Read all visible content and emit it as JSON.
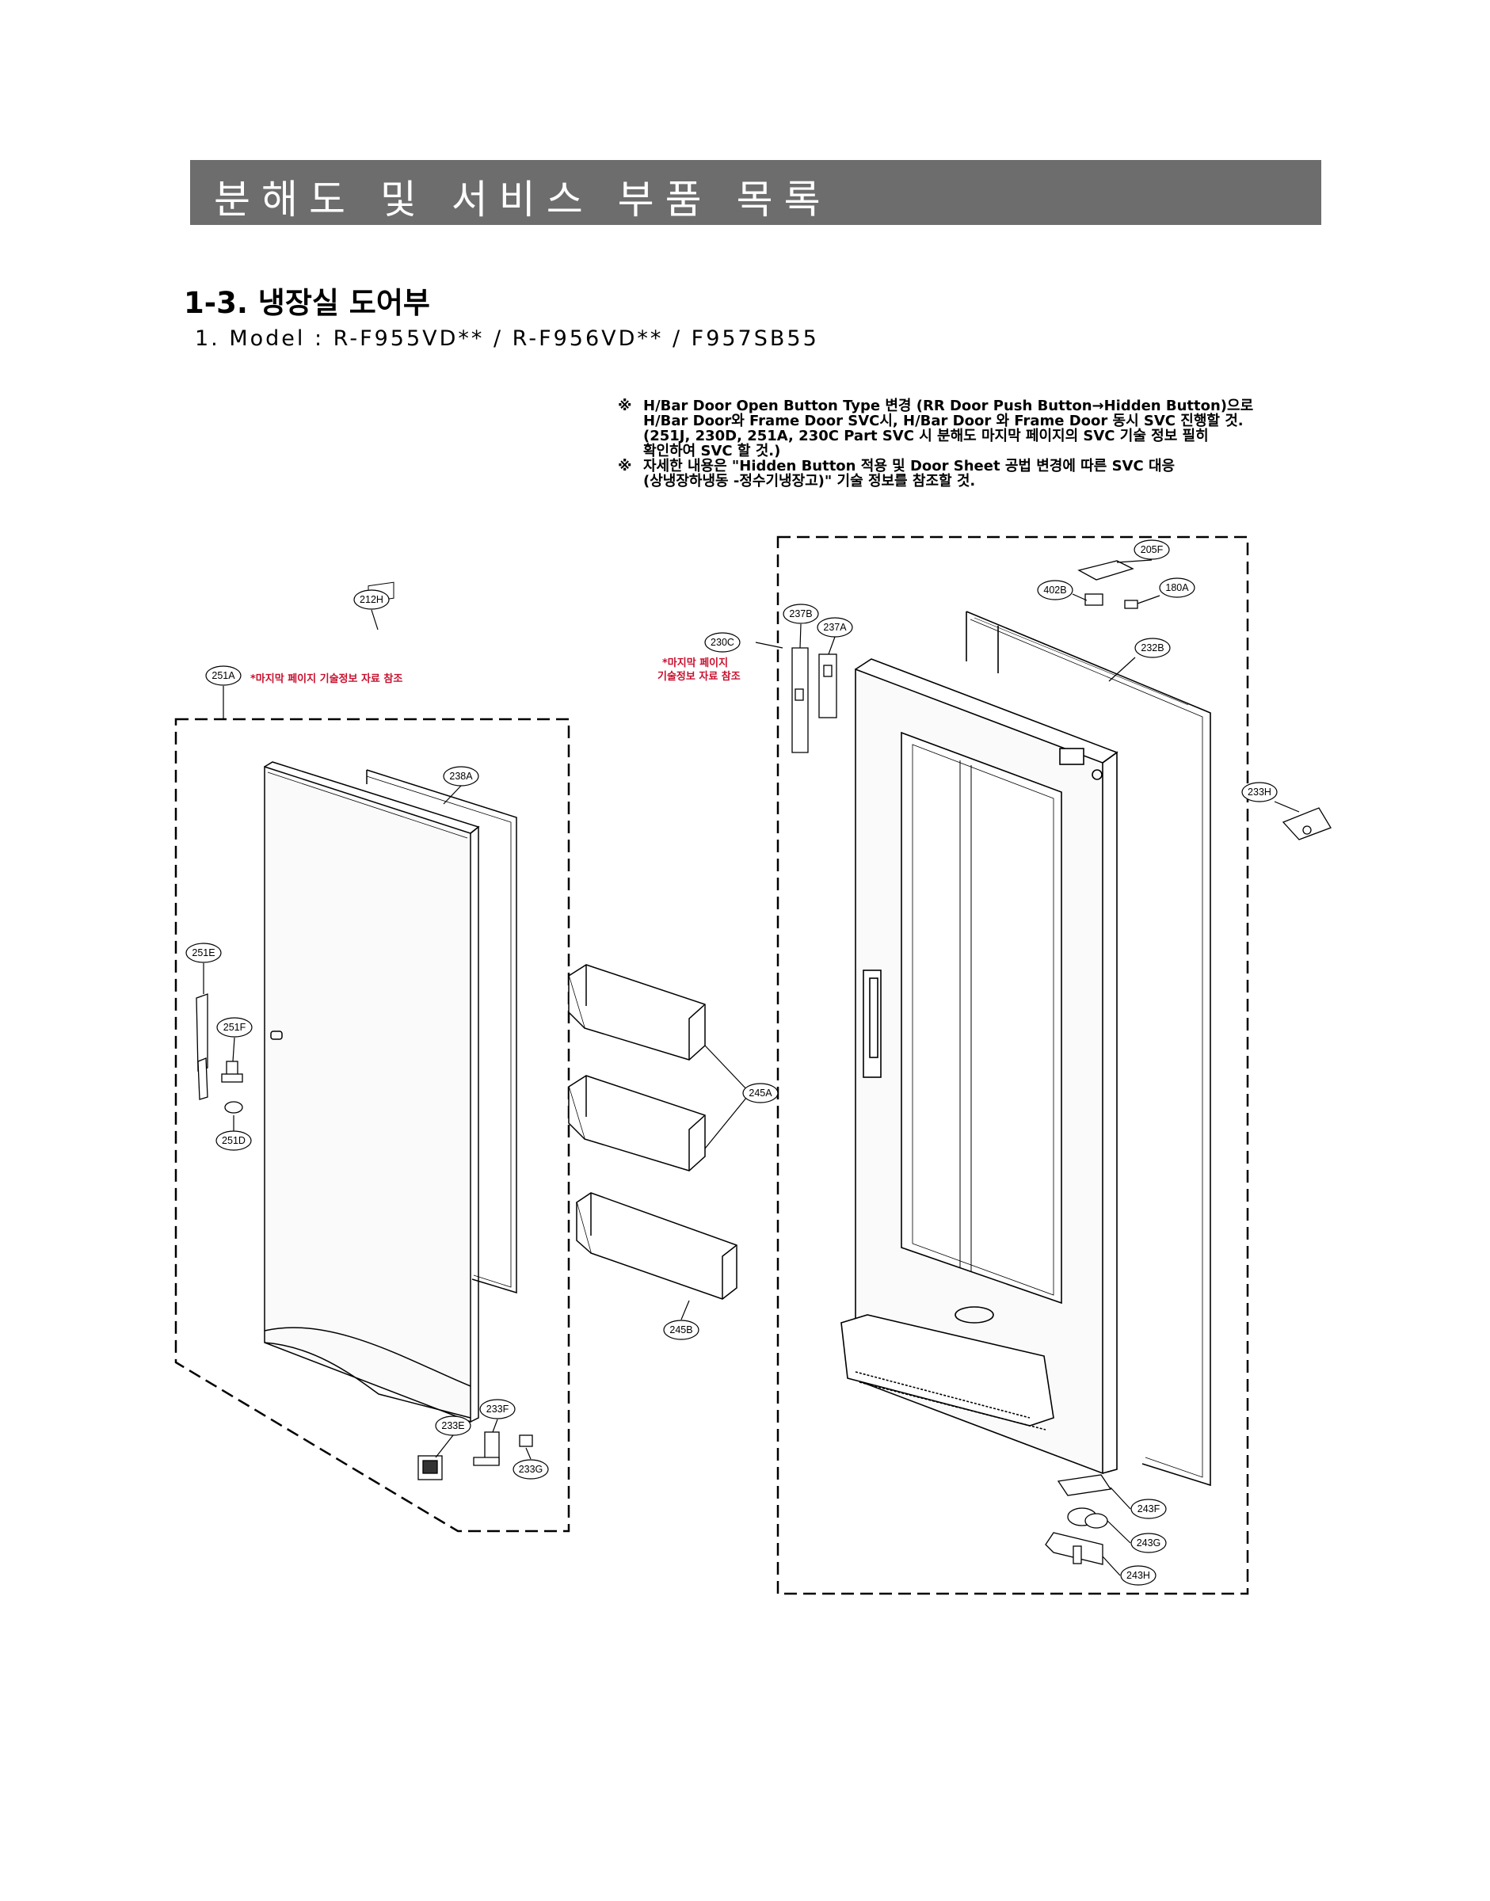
{
  "banner": {
    "title": "분해도 및 서비스 부품 목록",
    "background": "#6d6d6d"
  },
  "section_title": "1-3. 냉장실 도어부",
  "model_line": "1. Model : R-F955VD** / R-F956VD** / F957SB55",
  "notes": [
    {
      "mark": "※",
      "lines": [
        "H/Bar Door Open Button Type 변경 (RR Door Push Button→Hidden Button)으로",
        "H/Bar Door와 Frame Door SVC시, H/Bar Door 와 Frame Door 동시 SVC 진행할 것.",
        "(251J, 230D, 251A, 230C Part SVC 시 분해도 마지막 페이지의 SVC 기술 정보 필히",
        "확인하여 SVC 할 것.)"
      ]
    },
    {
      "mark": "※",
      "lines": [
        "자세한 내용은 \"Hidden Button 적용 및 Door Sheet 공법 변경에 따른 SVC 대응",
        "(상냉장하냉동 -정수기냉장고)\" 기술 정보를 참조할 것."
      ]
    }
  ],
  "diagram": {
    "ref_left": "*마지막 페이지 기술정보 자료 참조",
    "ref_right_line1": "*마지막 페이지",
    "ref_right_line2": "기술정보 자료 참조",
    "ref_color": "#c8102e",
    "labels": {
      "p212H": "212H",
      "p251A": "251A",
      "p238A": "238A",
      "p251E": "251E",
      "p251F": "251F",
      "p251D": "251D",
      "p233F": "233F",
      "p233E": "233E",
      "p233G": "233G",
      "p245A": "245A",
      "p245B": "245B",
      "p230C": "230C",
      "p237B": "237B",
      "p237A": "237A",
      "p205F": "205F",
      "p402B": "402B",
      "p180A": "180A",
      "p232B": "232B",
      "p233H": "233H",
      "p243F": "243F",
      "p243G": "243G",
      "p243H": "243H"
    }
  }
}
